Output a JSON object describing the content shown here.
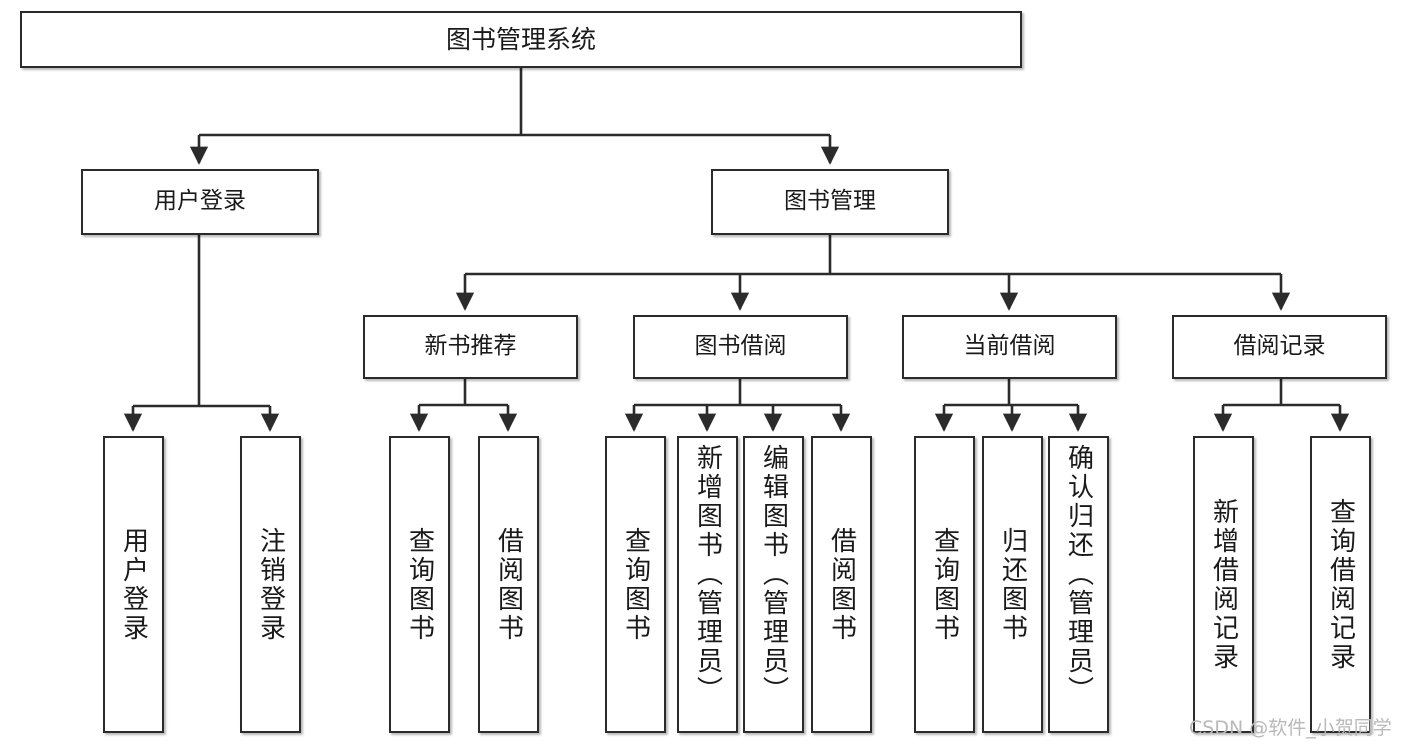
{
  "diagram": {
    "title": "图书管理系统",
    "type": "tree-hierarchy",
    "orientation": "top-down",
    "colors": {
      "box_border": "#2b2b2b",
      "box_fill": "#ffffff",
      "edge": "#2b2b2b",
      "text": "#1a1a1a",
      "watermark": "#b9b9b9"
    },
    "nodes": {
      "root": {
        "label": "图书管理系统"
      },
      "level2": [
        {
          "id": "user-login",
          "label": "用户登录"
        },
        {
          "id": "book-manage",
          "label": "图书管理"
        }
      ],
      "level3": [
        {
          "id": "new-book-recommend",
          "label": "新书推荐"
        },
        {
          "id": "book-borrow",
          "label": "图书借阅"
        },
        {
          "id": "current-borrow",
          "label": "当前借阅"
        },
        {
          "id": "borrow-record",
          "label": "借阅记录"
        }
      ],
      "leaves": [
        {
          "id": "leaf-user-login",
          "label": "用户登录",
          "parent": "user-login"
        },
        {
          "id": "leaf-logout",
          "label": "注销登录",
          "parent": "user-login"
        },
        {
          "id": "leaf-query-book-1",
          "label": "查询图书",
          "parent": "new-book-recommend"
        },
        {
          "id": "leaf-borrow-book-1",
          "label": "借阅图书",
          "parent": "new-book-recommend"
        },
        {
          "id": "leaf-query-book-2",
          "label": "查询图书",
          "parent": "book-borrow"
        },
        {
          "id": "leaf-add-book",
          "label": "新增图书（管理员）",
          "parent": "book-borrow"
        },
        {
          "id": "leaf-edit-book",
          "label": "编辑图书（管理员）",
          "parent": "book-borrow"
        },
        {
          "id": "leaf-borrow-book-2",
          "label": "借阅图书",
          "parent": "book-borrow"
        },
        {
          "id": "leaf-query-book-3",
          "label": "查询图书",
          "parent": "current-borrow"
        },
        {
          "id": "leaf-return-book",
          "label": "归还图书",
          "parent": "current-borrow"
        },
        {
          "id": "leaf-confirm-return",
          "label": "确认归还（管理员）",
          "parent": "current-borrow"
        },
        {
          "id": "leaf-add-record",
          "label": "新增借阅记录",
          "parent": "borrow-record"
        },
        {
          "id": "leaf-query-record",
          "label": "查询借阅记录",
          "parent": "borrow-record"
        }
      ]
    },
    "watermark": "CSDN @软件_小贺同学"
  }
}
